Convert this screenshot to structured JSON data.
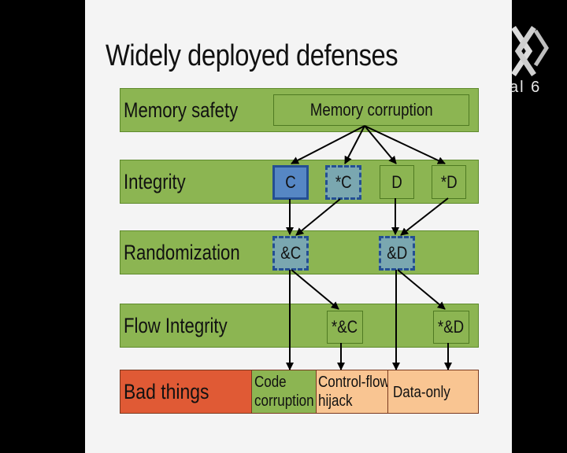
{
  "slide": {
    "title": "Widely deployed defenses",
    "rows": {
      "memory_safety": {
        "label": "Memory safety",
        "box": "Memory corruption"
      },
      "integrity": {
        "label": "Integrity",
        "boxes": [
          "C",
          "*C",
          "D",
          "*D"
        ]
      },
      "randomization": {
        "label": "Randomization",
        "boxes": [
          "&C",
          "&D"
        ]
      },
      "flow_integrity": {
        "label": "Flow Integrity",
        "boxes": [
          "*&C",
          "*&D"
        ]
      }
    },
    "bad_things": {
      "label": "Bad things",
      "cells": [
        "Code\ncorruption",
        "Control-flow\nhijack",
        "Data-only"
      ]
    }
  },
  "logo_text": "al 6",
  "colors": {
    "row_green": "#8cb552",
    "bad_red": "#e05a35",
    "bad_orange": "#f9c592",
    "blue_solid": "#5687c4",
    "blue_dashed": "#7aa7b0"
  }
}
